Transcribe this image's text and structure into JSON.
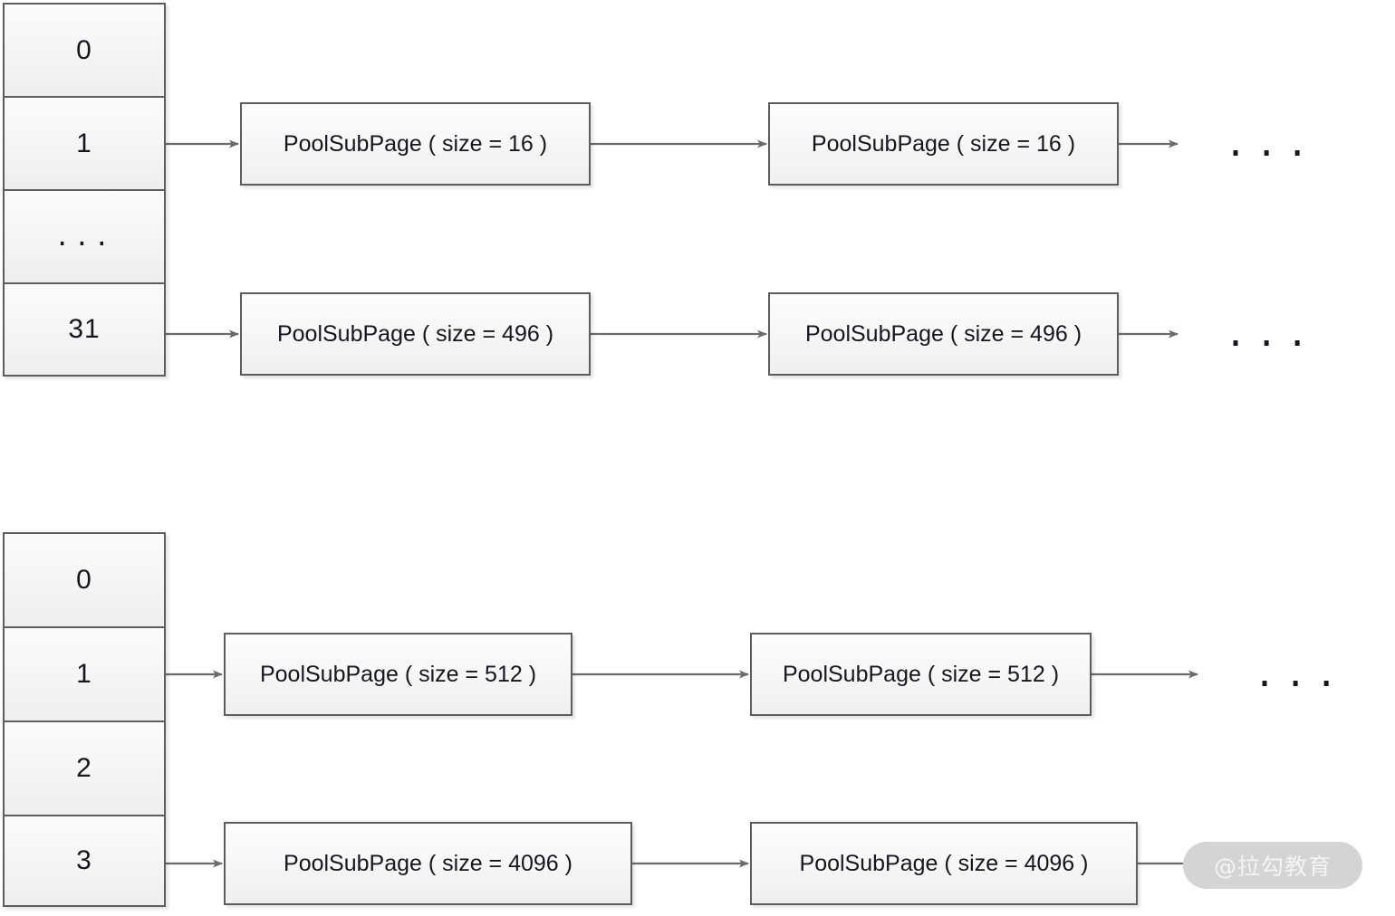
{
  "diagram": {
    "type": "linked-list-index-diagram",
    "colors": {
      "box_border": "#5d5d5d",
      "box_fill_top": "#fcfcfc",
      "box_fill_bottom": "#efefef",
      "arrow": "#6b6b6b",
      "text": "#16161d",
      "watermark_pill": "#d4d4d4",
      "watermark_text": "#f4f4f4"
    },
    "sections": [
      {
        "id": "tiny-subpage-pools",
        "index_cells": [
          {
            "label": "0",
            "has_link": false
          },
          {
            "label": "1",
            "has_link": true
          },
          {
            "label": "...",
            "has_link": false
          },
          {
            "label": "31",
            "has_link": true
          }
        ],
        "chains": [
          {
            "from_cell": "1",
            "nodes": [
              {
                "label": "PoolSubPage ( size = 16 )"
              },
              {
                "label": "PoolSubPage ( size = 16 )"
              }
            ],
            "tail": "..."
          },
          {
            "from_cell": "31",
            "nodes": [
              {
                "label": "PoolSubPage ( size = 496 )"
              },
              {
                "label": "PoolSubPage ( size = 496 )"
              }
            ],
            "tail": "..."
          }
        ]
      },
      {
        "id": "small-subpage-pools",
        "index_cells": [
          {
            "label": "0",
            "has_link": false
          },
          {
            "label": "1",
            "has_link": true
          },
          {
            "label": "2",
            "has_link": false
          },
          {
            "label": "3",
            "has_link": true
          }
        ],
        "chains": [
          {
            "from_cell": "1",
            "nodes": [
              {
                "label": "PoolSubPage ( size = 512 )"
              },
              {
                "label": "PoolSubPage ( size = 512 )"
              }
            ],
            "tail": "..."
          },
          {
            "from_cell": "3",
            "nodes": [
              {
                "label": "PoolSubPage ( size = 4096 )"
              },
              {
                "label": "PoolSubPage ( size = 4096 )"
              }
            ],
            "tail": ""
          }
        ]
      }
    ],
    "watermark": {
      "text": "@拉勾教育"
    }
  }
}
